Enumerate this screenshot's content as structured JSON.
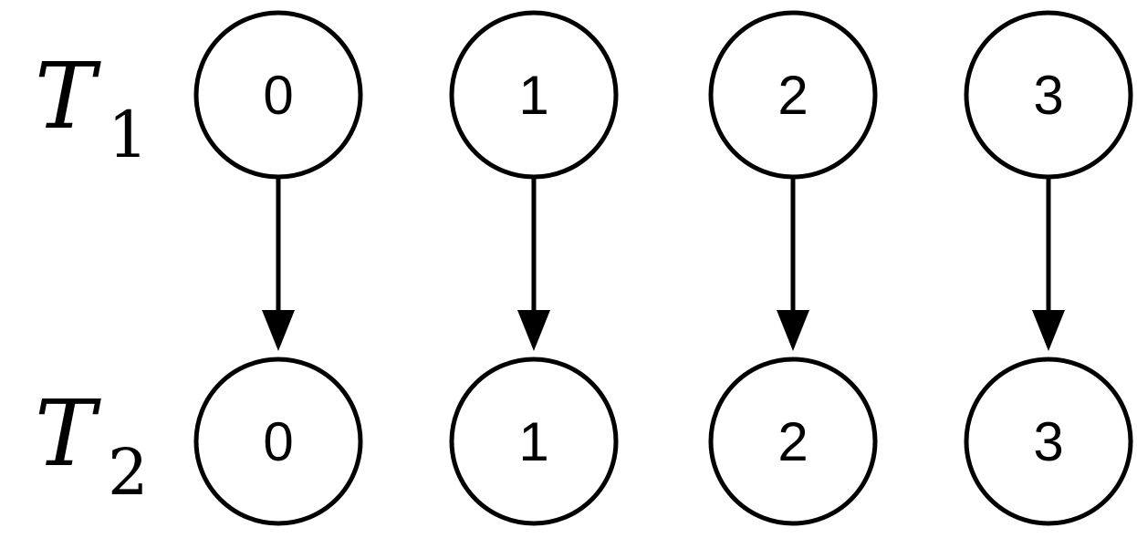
{
  "rows": [
    {
      "label_main": "T",
      "label_sub": "1",
      "nodes": [
        "0",
        "1",
        "2",
        "3"
      ]
    },
    {
      "label_main": "T",
      "label_sub": "2",
      "nodes": [
        "0",
        "1",
        "2",
        "3"
      ]
    }
  ],
  "edges": [
    {
      "from": [
        0,
        0
      ],
      "to": [
        1,
        0
      ]
    },
    {
      "from": [
        0,
        1
      ],
      "to": [
        1,
        1
      ]
    },
    {
      "from": [
        0,
        2
      ],
      "to": [
        1,
        2
      ]
    },
    {
      "from": [
        0,
        3
      ],
      "to": [
        1,
        3
      ]
    }
  ]
}
